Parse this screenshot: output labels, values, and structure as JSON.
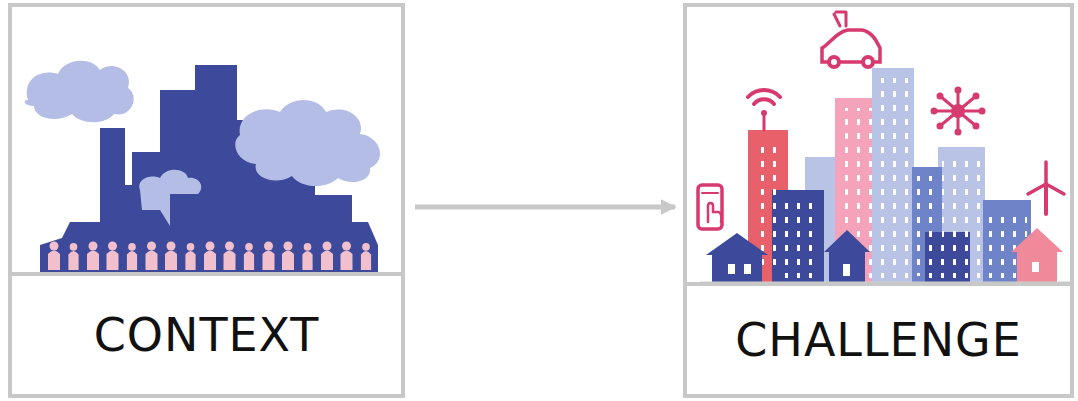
{
  "diagram": {
    "nodes": [
      {
        "text": [
          "CONTEXT"
        ]
      },
      {
        "text": [
          "CHALLENGE"
        ]
      }
    ],
    "edges": [
      {
        "from": 0,
        "to": 1,
        "arrow": "to"
      }
    ]
  }
}
